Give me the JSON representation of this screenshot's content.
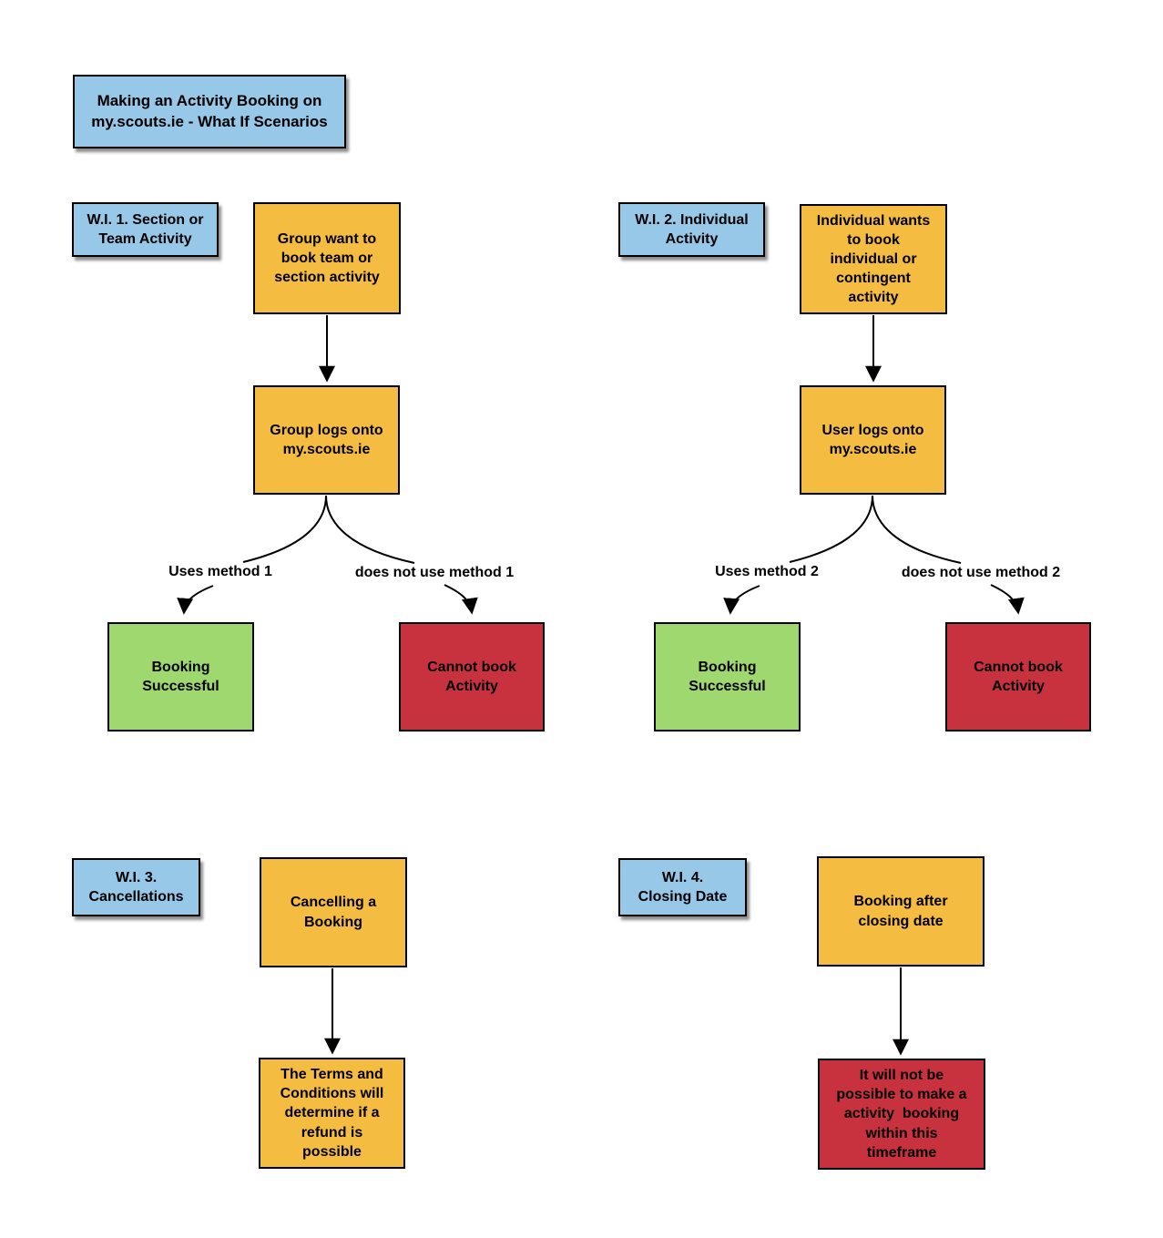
{
  "title": "Making an Activity Booking on\nmy.scouts.ie - What If Scenarios",
  "colors": {
    "label_blue": "#97C8E8",
    "process_orange": "#F4BC40",
    "success_green": "#A0D870",
    "fail_red": "#C8313E",
    "line_black": "#000000"
  },
  "scenarios": [
    {
      "label": "W.I. 1. Section or\nTeam Activity",
      "start": "Group want to\nbook team or\nsection activity",
      "login": "Group logs onto\nmy.scouts.ie",
      "branch_yes": "Uses method 1",
      "branch_no": "does not use method 1",
      "success": "Booking\nSuccessful",
      "fail": "Cannot book\nActivity"
    },
    {
      "label": "W.I. 2. Individual\nActivity",
      "start": "Individual wants\nto book\nindividual or\ncontingent\nactivity",
      "login": "User logs onto\nmy.scouts.ie",
      "branch_yes": "Uses method 2",
      "branch_no": "does not use method 2",
      "success": "Booking\nSuccessful",
      "fail": "Cannot book\nActivity"
    },
    {
      "label": "W.I. 3.\nCancellations",
      "start": "Cancelling a\nBooking",
      "outcome": "The Terms and\nConditions will\ndetermine if a\nrefund is\npossible"
    },
    {
      "label": "W.I. 4.\nClosing Date",
      "start": "Booking after\nclosing date",
      "outcome": "It will not be\npossible to make a\nactivity  booking\nwithin this\ntimeframe"
    }
  ]
}
